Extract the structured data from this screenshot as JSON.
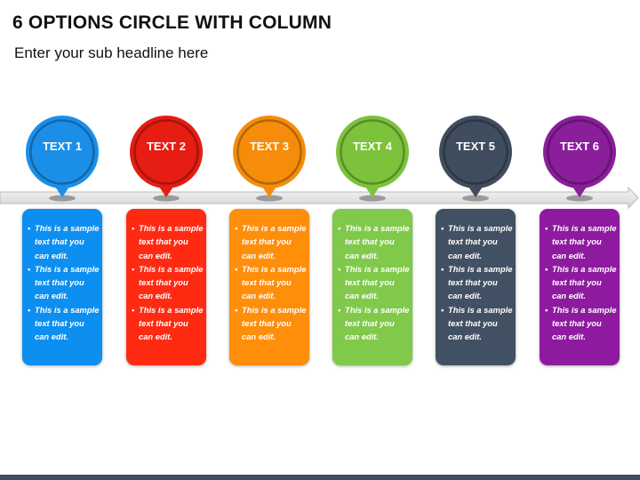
{
  "title": "6 OPTIONS CIRCLE WITH COLUMN",
  "subtitle": "Enter your sub headline here",
  "bottom_bar_color": "#3f4d5e",
  "options": [
    {
      "label": "TEXT 1",
      "color": "#1b8fe8",
      "card_color": "#0c8ff0",
      "bullets": [
        "This is a sample text that you can edit.",
        "This is a sample text that you can edit.",
        "This is a sample text that you can edit."
      ]
    },
    {
      "label": "TEXT 2",
      "color": "#e51d12",
      "card_color": "#ff2a12",
      "bullets": [
        "This is a sample text that you can edit.",
        "This is a sample text that you can edit.",
        "This is a sample text that you can edit."
      ]
    },
    {
      "label": "TEXT 3",
      "color": "#f58d0a",
      "card_color": "#ff8e0a",
      "bullets": [
        "This is a sample text that you can edit.",
        "This is a sample text that you can edit.",
        "This is a sample text that you can edit."
      ]
    },
    {
      "label": "TEXT 4",
      "color": "#7dc23b",
      "card_color": "#80c94a",
      "bullets": [
        "This is a sample text that you can edit.",
        "This is a sample text that you can edit.",
        "This is a sample text that you can edit."
      ]
    },
    {
      "label": "TEXT 5",
      "color": "#3f4d5e",
      "card_color": "#425063",
      "bullets": [
        "This is a sample text that you can edit.",
        "This is a sample text that you can edit.",
        "This is a sample text that you can edit."
      ]
    },
    {
      "label": "TEXT 6",
      "color": "#8a1e9b",
      "card_color": "#8e1aa0",
      "bullets": [
        "This is a sample text that you can edit.",
        "This is a sample text that you can edit.",
        "This is a sample text that you can edit."
      ]
    }
  ]
}
